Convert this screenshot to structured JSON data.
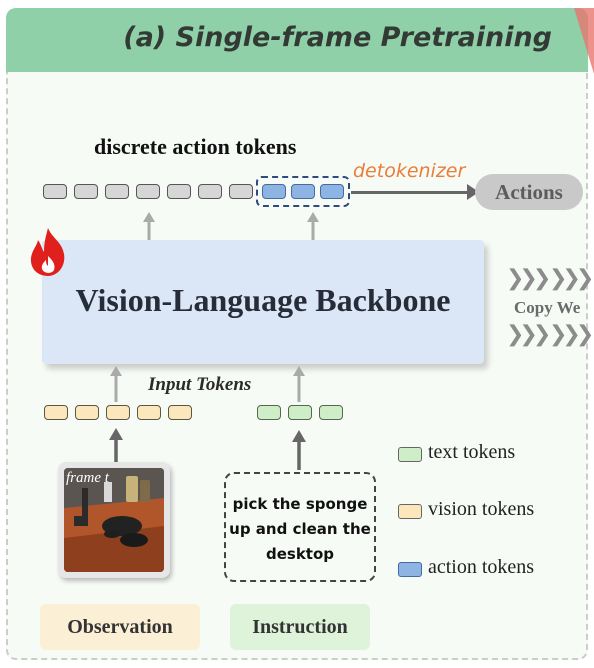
{
  "header": {
    "title": "(a) Single-frame Pretraining"
  },
  "top_label": "discrete action tokens",
  "detokenizer_label": "detokenizer",
  "actions_label": "Actions",
  "backbone_label": "Vision-Language Backbone",
  "copy_label": "Copy We",
  "input_tokens_label": "Input Tokens",
  "frame_label": "frame t",
  "instruction_text": "pick the sponge up and clean the desktop",
  "legend": [
    {
      "label": "text tokens",
      "color": "#cdeec6"
    },
    {
      "label": "vision tokens",
      "color": "#fce7bd"
    },
    {
      "label": "action tokens",
      "color": "#8eb4e3"
    }
  ],
  "bottom": {
    "observation": "Observation",
    "instruction": "Instruction"
  },
  "colors": {
    "header_band": "#8fd0a8",
    "backbone_fill": "#dbe7f6",
    "flame": "#e0201c",
    "detokenizer": "#e97e3a"
  },
  "icons": {
    "flame": "flame-icon",
    "chevrons": "double-chevron-right-icon"
  }
}
